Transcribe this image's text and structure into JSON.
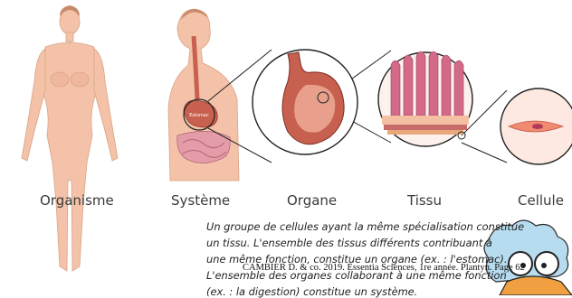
{
  "labels": {
    "organism": "Organisme",
    "system": "Système",
    "organ": "Organe",
    "tissue": "Tissu",
    "cell": "Cellule"
  },
  "stomach_tag": "Estomac",
  "caption_lines": [
    "Un groupe de cellules ayant la même spécialisation constitue",
    "un tissu. L'ensemble des tissus différents contribuant à",
    "une même fonction, constitue un organe (ex. : l'estomac).",
    "L'ensemble des organes collaborant à une même fonction",
    "(ex. : la digestion) constitue un système."
  ],
  "credit": "CAMBIER D. & co. 2019. Essentia Sciences, 1re année. Plantyn. Page 62",
  "colors": {
    "skin": "#f3c2a8",
    "skin_shade": "#e3a88c",
    "stomach": "#c8604f",
    "stomach_inner": "#e8a08c",
    "intestine": "#e49ca8",
    "villi": "#d46a8a",
    "cell_fill": "#f08a70",
    "nucleus": "#b03a58",
    "cell_bg": "#fde9e2"
  }
}
